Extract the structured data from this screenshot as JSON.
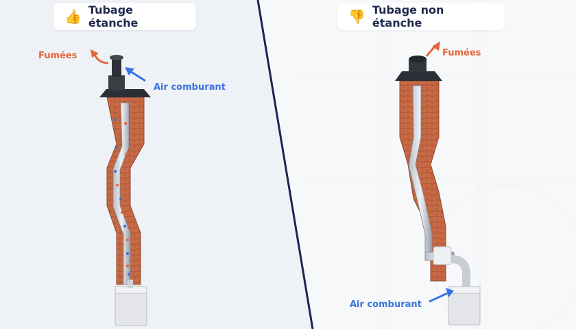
{
  "left_panel": {
    "title_icon": "thumbs-up-icon",
    "title_emoji": "👍",
    "title": "Tubage étanche",
    "label_fumes": "Fumées",
    "label_air": "Air comburant"
  },
  "right_panel": {
    "title_icon": "thumbs-down-icon",
    "title_emoji": "👎",
    "title": "Tubage non étanche",
    "label_fumes": "Fumées",
    "label_air": "Air comburant"
  },
  "colors": {
    "fumes": "#e2663a",
    "air": "#3a73e0",
    "title_text": "#1f2a4d",
    "divider": "#1c2552",
    "brick": "#c76a45",
    "left_bg": "#eef1f6",
    "right_bg": "#f7f8fa"
  }
}
